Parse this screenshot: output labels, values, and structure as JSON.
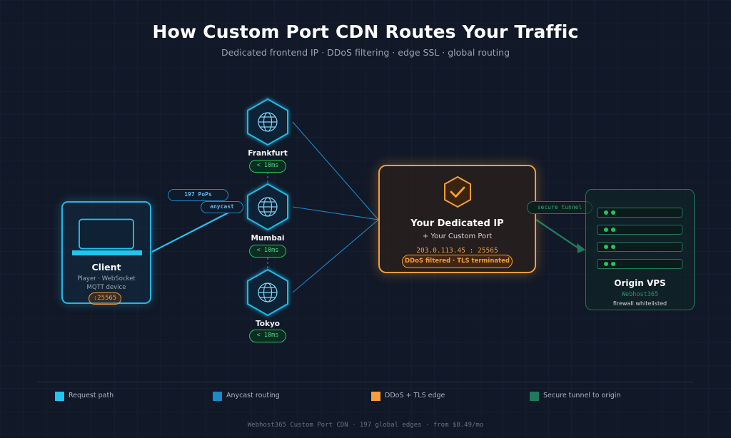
{
  "header": {
    "title": "How Custom Port CDN Routes Your Traffic",
    "subtitle": "Dedicated frontend IP · DDoS filtering · edge SSL · global routing"
  },
  "client": {
    "title": "Client",
    "line1": "Player · WebSocket",
    "line2": "MQTT device",
    "port": ":25565",
    "icon": "laptop-icon"
  },
  "anycast": {
    "pops_label": "197 PoPs",
    "anycast_label": "anycast"
  },
  "pops": [
    {
      "name": "Frankfurt",
      "latency": "< 10ms",
      "icon": "globe-icon"
    },
    {
      "name": "Mumbai",
      "latency": "< 10ms",
      "icon": "globe-icon"
    },
    {
      "name": "Tokyo",
      "latency": "< 10ms",
      "icon": "globe-icon"
    }
  ],
  "edge": {
    "title": "Your Dedicated IP",
    "subtitle": "+ Your Custom Port",
    "ip": "203.0.113.45 : 25565",
    "badge": "DDoS filtered · TLS terminated",
    "icon": "shield-check-icon"
  },
  "tunnel": {
    "label": "secure tunnel"
  },
  "origin": {
    "title": "Origin VPS",
    "host": "Webhost365",
    "note": "firewall whitelisted",
    "icon": "server-rack-icon"
  },
  "legend": [
    {
      "label": "Request path",
      "color": "#22c4f0"
    },
    {
      "label": "Anycast routing",
      "color": "#1e88c8"
    },
    {
      "label": "DDoS + TLS edge",
      "color": "#f59e3c"
    },
    {
      "label": "Secure tunnel to origin",
      "color": "#1f7a5c"
    }
  ],
  "footer": "Webhost365 Custom Port CDN  ·  197 global edges  ·  from $8.49/mo",
  "colors": {
    "background": "#111827",
    "request": "#22c4f0",
    "anycast": "#1e88c8",
    "edge": "#f59e3c",
    "tunnel": "#1f7a5c",
    "latency": "#22c55e"
  }
}
